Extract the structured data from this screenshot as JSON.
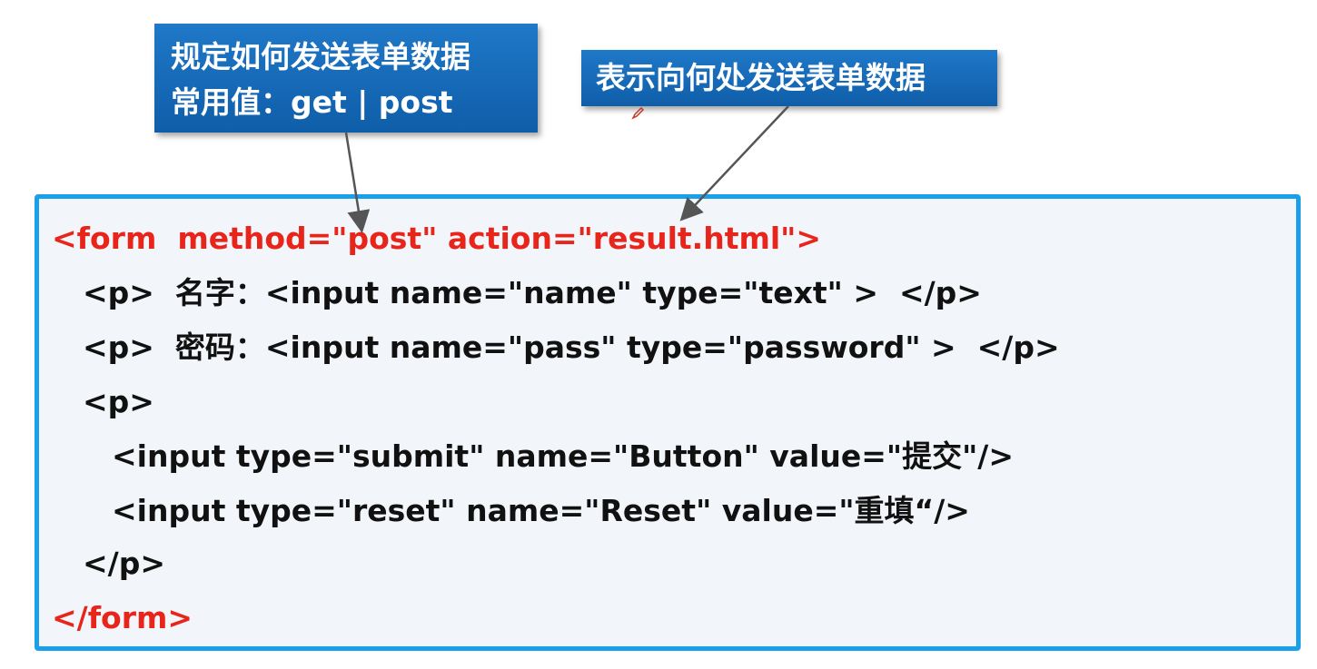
{
  "callouts": {
    "method_line1": "规定如何发送表单数据",
    "method_line2": "常用值：get  | post",
    "action_text": "表示向何处发送表单数据"
  },
  "code": {
    "line1": "<form  method=\"post\" action=\"result.html\">",
    "line2": "<p>  名字：<input name=\"name\" type=\"text\" >  </p>",
    "line3": "<p>  密码：<input name=\"pass\" type=\"password\" >  </p>",
    "line4": "<p>",
    "line5": "<input type=\"submit\" name=\"Button\" value=\"提交\"/>",
    "line6": "<input type=\"reset\" name=\"Reset\" value=\"重填“/>",
    "line7": "</p>",
    "line8": "</form>"
  },
  "colors": {
    "callout_bg": "#1268b8",
    "code_border": "#1aa0e8",
    "code_bg": "#f2f5fa",
    "tag_red": "#e8251b",
    "text_dark": "#111111"
  },
  "icons": [
    "arrow-to-method",
    "arrow-to-action",
    "pencil-cursor-icon"
  ]
}
